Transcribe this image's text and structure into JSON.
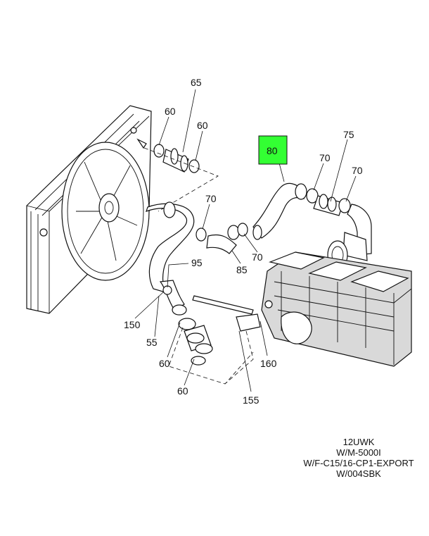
{
  "callouts": {
    "c65": "65",
    "c60_a": "60",
    "c60_b": "60",
    "c80": "80",
    "c75": "75",
    "c70_a": "70",
    "c70_b": "70",
    "c70_c": "70",
    "c70_d": "70",
    "c85": "85",
    "c95": "95",
    "c150": "150",
    "c55": "55",
    "c60_c": "60",
    "c60_d": "60",
    "c160": "160",
    "c155": "155"
  },
  "highlight_color": "#33ff33",
  "notes": [
    "12UWK",
    "W/M-5000I",
    "W/F-C15/16-CP1-EXPORT",
    "W/004SBK"
  ]
}
